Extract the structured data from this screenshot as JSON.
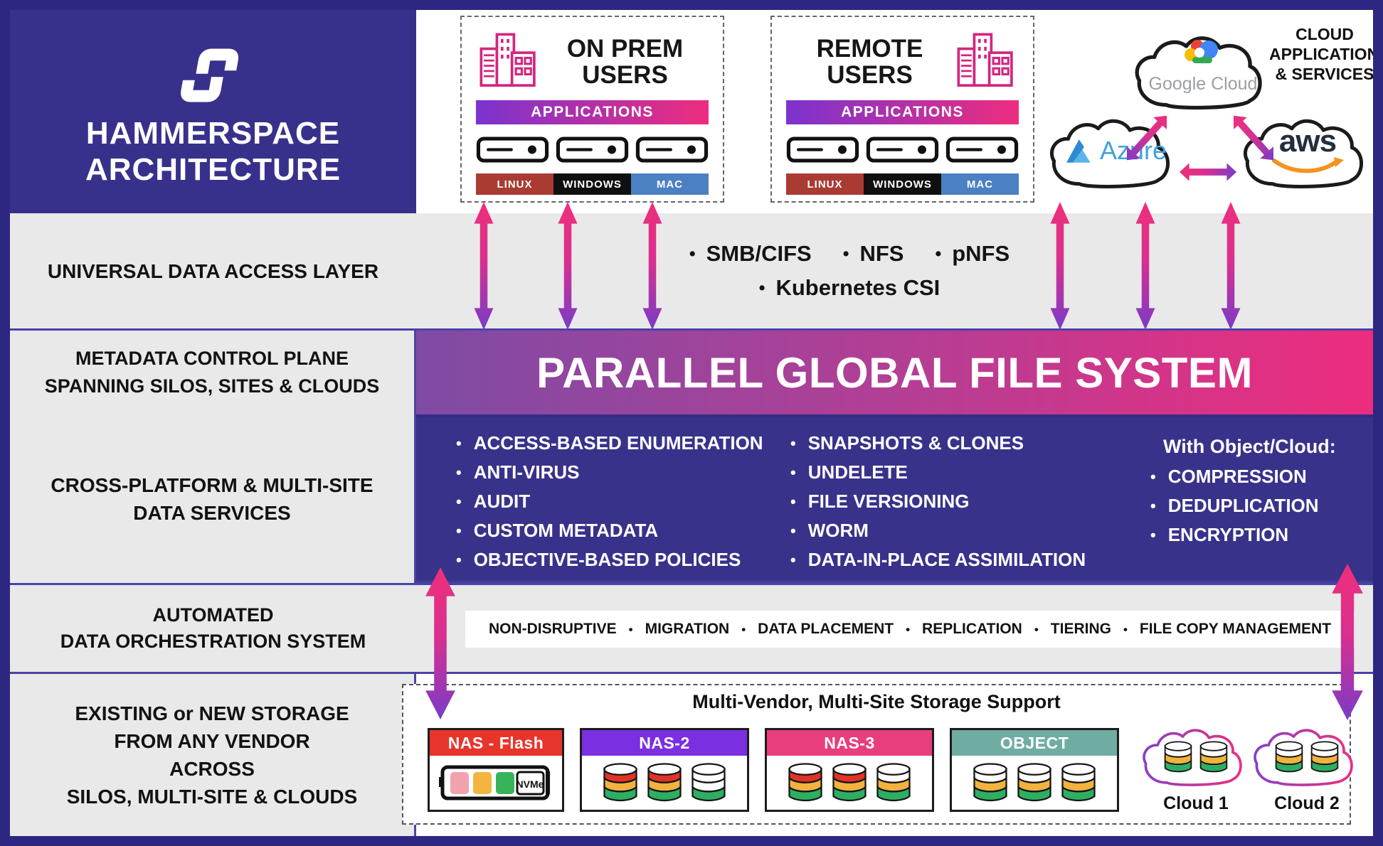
{
  "header": {
    "brand_line1": "HAMMERSPACE",
    "brand_line2": "ARCHITECTURE"
  },
  "on_prem": {
    "title_line1": "ON PREM",
    "title_line2": "USERS",
    "apps": "APPLICATIONS",
    "os": [
      "LINUX",
      "WINDOWS",
      "MAC"
    ]
  },
  "remote": {
    "title_line1": "REMOTE",
    "title_line2": "USERS",
    "apps": "APPLICATIONS",
    "os": [
      "LINUX",
      "WINDOWS",
      "MAC"
    ]
  },
  "clouds_top": {
    "caption_line1": "CLOUD",
    "caption_line2": "APPLICATIONS",
    "caption_line3": "& SERVICES",
    "google": "Google Cloud",
    "azure": "Azure",
    "aws": "aws"
  },
  "access_layer": {
    "label": "UNIVERSAL DATA ACCESS LAYER",
    "line1": [
      "SMB/CIFS",
      "NFS",
      "pNFS"
    ],
    "line2": [
      "Kubernetes CSI"
    ]
  },
  "pgfs": {
    "label_line1": "METADATA CONTROL PLANE",
    "label_line2": "SPANNING SILOS, SITES & CLOUDS",
    "banner": "PARALLEL GLOBAL FILE SYSTEM"
  },
  "services": {
    "label_line1": "CROSS-PLATFORM & MULTI-SITE",
    "label_line2": "DATA SERVICES",
    "col1": [
      "ACCESS-BASED ENUMERATION",
      "ANTI-VIRUS",
      "AUDIT",
      "CUSTOM METADATA",
      "OBJECTIVE-BASED POLICIES"
    ],
    "col2": [
      "SNAPSHOTS & CLONES",
      "UNDELETE",
      "FILE VERSIONING",
      "WORM",
      "DATA-IN-PLACE ASSIMILATION"
    ],
    "col3_heading": "With Object/Cloud:",
    "col3": [
      "COMPRESSION",
      "DEDUPLICATION",
      "ENCRYPTION"
    ]
  },
  "orchestration": {
    "label_line1": "AUTOMATED",
    "label_line2": "DATA ORCHESTRATION SYSTEM",
    "items": [
      "NON-DISRUPTIVE",
      "MIGRATION",
      "DATA PLACEMENT",
      "REPLICATION",
      "TIERING",
      "FILE COPY MANAGEMENT"
    ]
  },
  "storage": {
    "label_line1": "EXISTING or NEW STORAGE",
    "label_line2": "FROM ANY VENDOR",
    "label_line3": "ACROSS",
    "label_line4": "SILOS, MULTI-SITE & CLOUDS",
    "title": "Multi-Vendor, Multi-Site Storage Support",
    "nas_flash": "NAS - Flash",
    "nas2": "NAS-2",
    "nas3": "NAS-3",
    "object": "OBJECT",
    "nvme": "NVMe",
    "cloud1": "Cloud 1",
    "cloud2": "Cloud 2"
  },
  "colors": {
    "indigo": "#38318C",
    "frame": "#2D2781",
    "row_gray": "#E9E9E9",
    "arrow_pink": "#EE2F7B",
    "arrow_purple": "#7A3BC8",
    "banner_left": "#7F4BA5",
    "banner_right": "#ED2C7E",
    "linux_red": "#A93B33",
    "windows_black": "#0F0F0F",
    "mac_blue": "#4B80C2",
    "nas_flash_red": "#E8352B",
    "nas2_purple": "#7B2FE0",
    "nas3_pink": "#E83E7D",
    "object_teal": "#6FADA3",
    "disk_red": "#E23227",
    "disk_amber": "#F2B23E",
    "disk_green": "#2EAE62"
  }
}
